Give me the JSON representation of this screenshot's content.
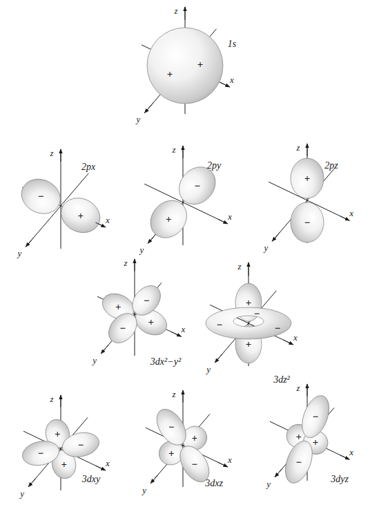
{
  "diagram": {
    "labels": [
      "1s",
      "z",
      "x",
      "y",
      "+",
      "+",
      "2px",
      "z",
      "x",
      "y",
      "+",
      "−",
      "2py",
      "z",
      "x",
      "y",
      "+",
      "−",
      "2pz",
      "z",
      "x",
      "y",
      "+",
      "−",
      "3dx²−y²",
      "z",
      "x",
      "y",
      "+",
      "+",
      "−",
      "−",
      "3dz²",
      "z",
      "x",
      "y",
      "+",
      "+",
      "−",
      "−",
      "−",
      "3dxy",
      "z",
      "x",
      "y",
      "+",
      "+",
      "−",
      "−",
      "3dxz",
      "z",
      "x",
      "y",
      "+",
      "+",
      "−",
      "−",
      "3dyz",
      "z",
      "x",
      "y",
      "+",
      "+",
      "−",
      "−"
    ]
  }
}
